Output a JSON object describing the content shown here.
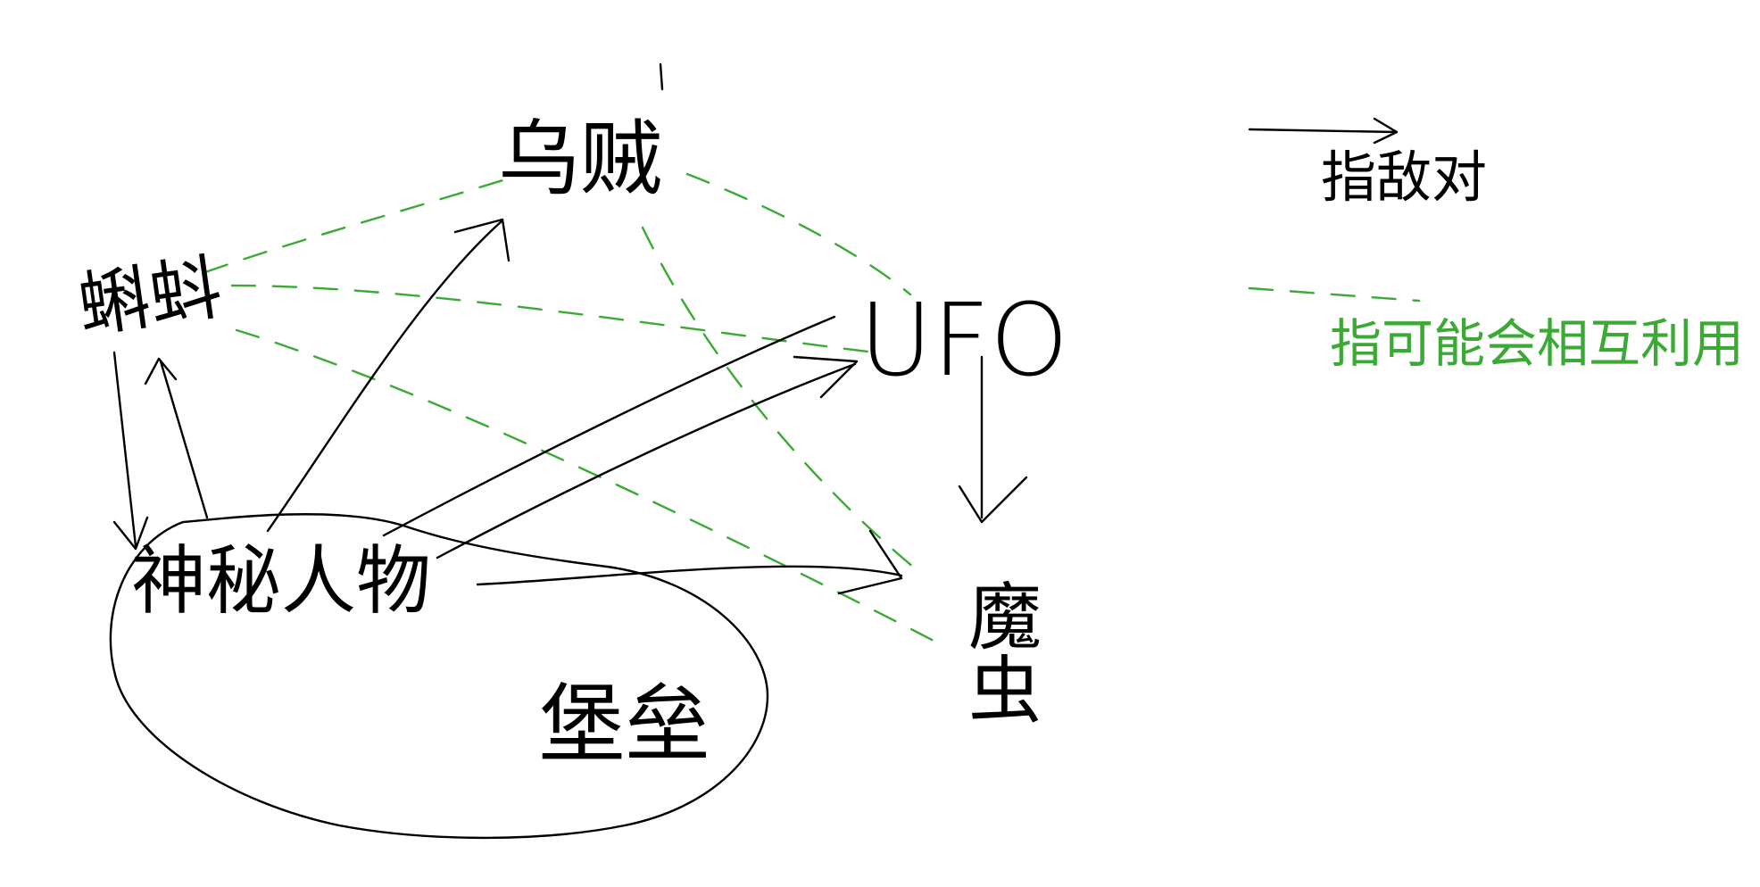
{
  "colors": {
    "ink": "#000000",
    "green": "#3aaa35",
    "background": "#ffffff"
  },
  "nodes": {
    "top_center": "乌贼",
    "left": "蝌蚪",
    "ufo": "UFO",
    "center": "神秘人物",
    "right": "魔虫",
    "region": "堡垒"
  },
  "legend": {
    "hostile_label": "指敌对",
    "cooperate_label": "指可能会相互利用"
  }
}
